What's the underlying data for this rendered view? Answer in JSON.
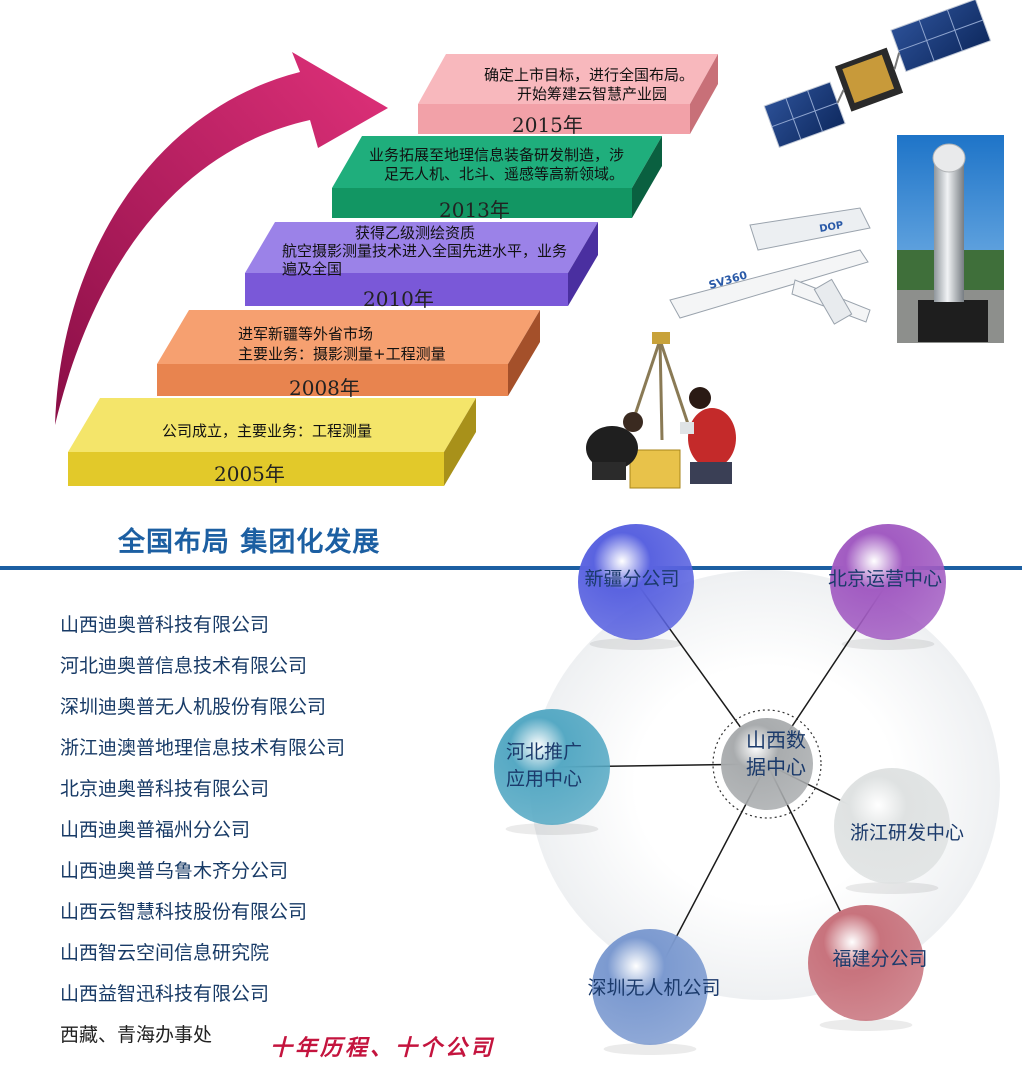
{
  "timeline": {
    "steps": [
      {
        "year": "2005年",
        "text": [
          "公司成立，主要业务：工程测量"
        ],
        "colors": {
          "top": "#f4e56a",
          "front": "#e2c92a",
          "side": "#a8911a"
        }
      },
      {
        "year": "2008年",
        "text": [
          "进军新疆等外省市场",
          "主要业务：摄影测量+工程测量"
        ],
        "colors": {
          "top": "#f6a070",
          "front": "#e8844f",
          "side": "#a4502a"
        }
      },
      {
        "year": "2010年",
        "text": [
          "获得乙级测绘资质",
          "航空摄影测量技术进入全国先进水平，业务",
          "遍及全国"
        ],
        "colors": {
          "top": "#9b82e8",
          "front": "#7a58d8",
          "side": "#4a2fa0"
        }
      },
      {
        "year": "2013年",
        "text": [
          "业务拓展至地理信息装备研发制造，涉",
          "足无人机、北斗、遥感等高新领域。"
        ],
        "colors": {
          "top": "#1fae7c",
          "front": "#129663",
          "side": "#0a6040"
        }
      },
      {
        "year": "2015年",
        "text": [
          "确定上市目标，进行全国布局。",
          "开始筹建云智慧产业园"
        ],
        "colors": {
          "top": "#f8b8bd",
          "front": "#f2a1a8",
          "side": "#c87078"
        }
      }
    ],
    "arrow_color": "#c5145a"
  },
  "photos": {
    "uav_labels": [
      "SV360",
      "DOP"
    ]
  },
  "section": {
    "title": "全国布局 集团化发展",
    "line_color": "#1c5fa2"
  },
  "companies": [
    "山西迪奥普科技有限公司",
    "河北迪奥普信息技术有限公司",
    "深圳迪奥普无人机股份有限公司",
    "浙江迪澳普地理信息技术有限公司",
    "北京迪奥普科技有限公司",
    "山西迪奥普福州分公司",
    "山西迪奥普乌鲁木齐分公司",
    "山西云智慧科技股份有限公司",
    "山西智云空间信息研究院",
    "山西益智迅科技有限公司",
    "西藏、青海办事处"
  ],
  "slogan": "十年历程、十个公司",
  "network": {
    "center": {
      "label_lines": [
        "山西数",
        "据中心"
      ],
      "color": "#a9acae"
    },
    "nodes": [
      {
        "id": "xinjiang",
        "label": "新疆分公司",
        "color": "#5a63e0"
      },
      {
        "id": "beijing",
        "label": "北京运营中心",
        "color": "#a25cc2"
      },
      {
        "id": "hebei",
        "label_lines": [
          "河北推广",
          "应用中心"
        ],
        "color": "#56a9c4"
      },
      {
        "id": "zhejiang",
        "label": "浙江研发中心",
        "color": "#dfe2e2"
      },
      {
        "id": "fujian",
        "label": "福建分公司",
        "color": "#c8737d"
      },
      {
        "id": "shenzhen",
        "label": "深圳无人机公司",
        "color": "#7c9ad0"
      }
    ]
  }
}
